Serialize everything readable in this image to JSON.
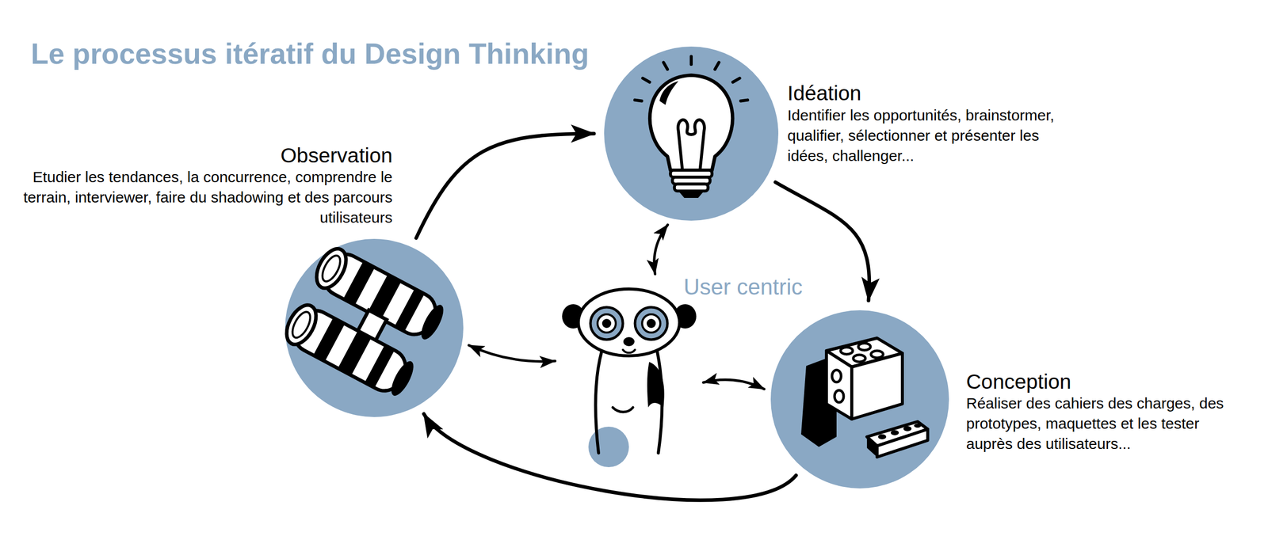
{
  "diagram": {
    "title": "Le processus itératif du Design Thinking",
    "nodes": [
      {
        "text": [
          "Idéation",
          "Identifier les opportunités, brainstormer, qualifier, sélectionner et présenter les idées, challenger..."
        ]
      },
      {
        "text": [
          "Observation",
          "Etudier les tendances, la concurrence, comprendre le terrain, interviewer, faire du shadowing et des parcours utilisateurs"
        ]
      },
      {
        "text": [
          "User centric"
        ]
      },
      {
        "text": [
          "Conception",
          "Réaliser des cahiers des charges, des prototypes, maquettes et les tester auprès des utilisateurs..."
        ]
      }
    ],
    "edges": [
      {
        "from": 1,
        "to": 0,
        "arrow": "to"
      },
      {
        "from": 0,
        "to": 3,
        "arrow": "to"
      },
      {
        "from": 3,
        "to": 1,
        "arrow": "to"
      },
      {
        "from": 1,
        "to": 2,
        "arrow": "both"
      },
      {
        "from": 0,
        "to": 2,
        "arrow": "both"
      },
      {
        "from": 3,
        "to": 2,
        "arrow": "both"
      }
    ]
  }
}
